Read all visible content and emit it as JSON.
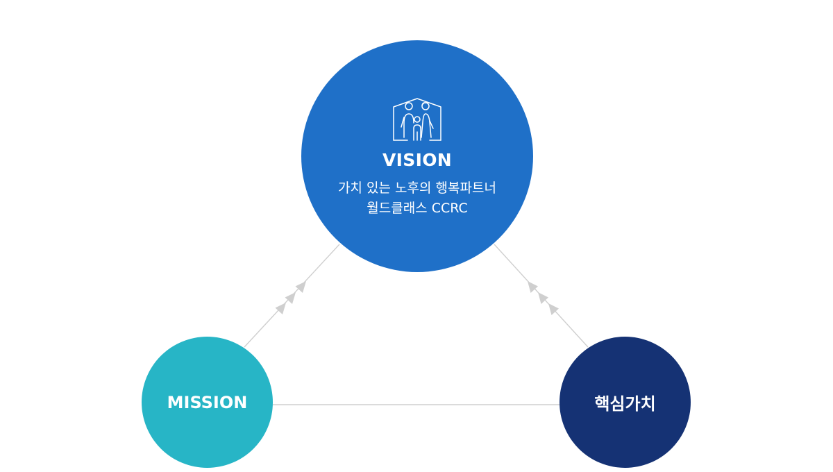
{
  "colors": {
    "vision": "#1f70c8",
    "mission": "#27b5c6",
    "core_values": "#153274",
    "connector": "#cfcfcf",
    "text": "#ffffff"
  },
  "vision": {
    "title": "VISION",
    "lines": [
      "가치 있는 노후의 행복파트너",
      "월드클래스 CCRC"
    ],
    "icon": "family-house-icon"
  },
  "mission": {
    "title": "MISSION"
  },
  "core_values": {
    "title": "핵심가치"
  }
}
